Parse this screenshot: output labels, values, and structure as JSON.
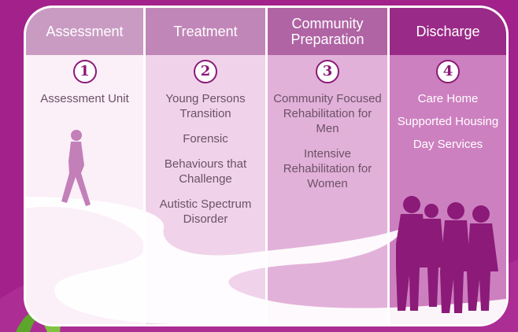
{
  "stages": [
    {
      "number": "1",
      "title": "Assessment",
      "items": [
        "Assessment Unit"
      ]
    },
    {
      "number": "2",
      "title": "Treatment",
      "items": [
        "Young Persons Transition",
        "Forensic",
        "Behaviours that Challenge",
        "Autistic Spectrum Disorder"
      ]
    },
    {
      "number": "3",
      "title": "Community Preparation",
      "items": [
        "Community Focused Rehabilitation for Men",
        "Intensive Rehabilitation for Women"
      ]
    },
    {
      "number": "4",
      "title": "Discharge",
      "items": [
        "Care Home",
        "Supported Housing",
        "Day Services"
      ]
    }
  ],
  "colors": {
    "background": "#a3218b",
    "accent": "#8b1a78",
    "figures": "#8b1a78",
    "leaf": "#7fc241"
  }
}
